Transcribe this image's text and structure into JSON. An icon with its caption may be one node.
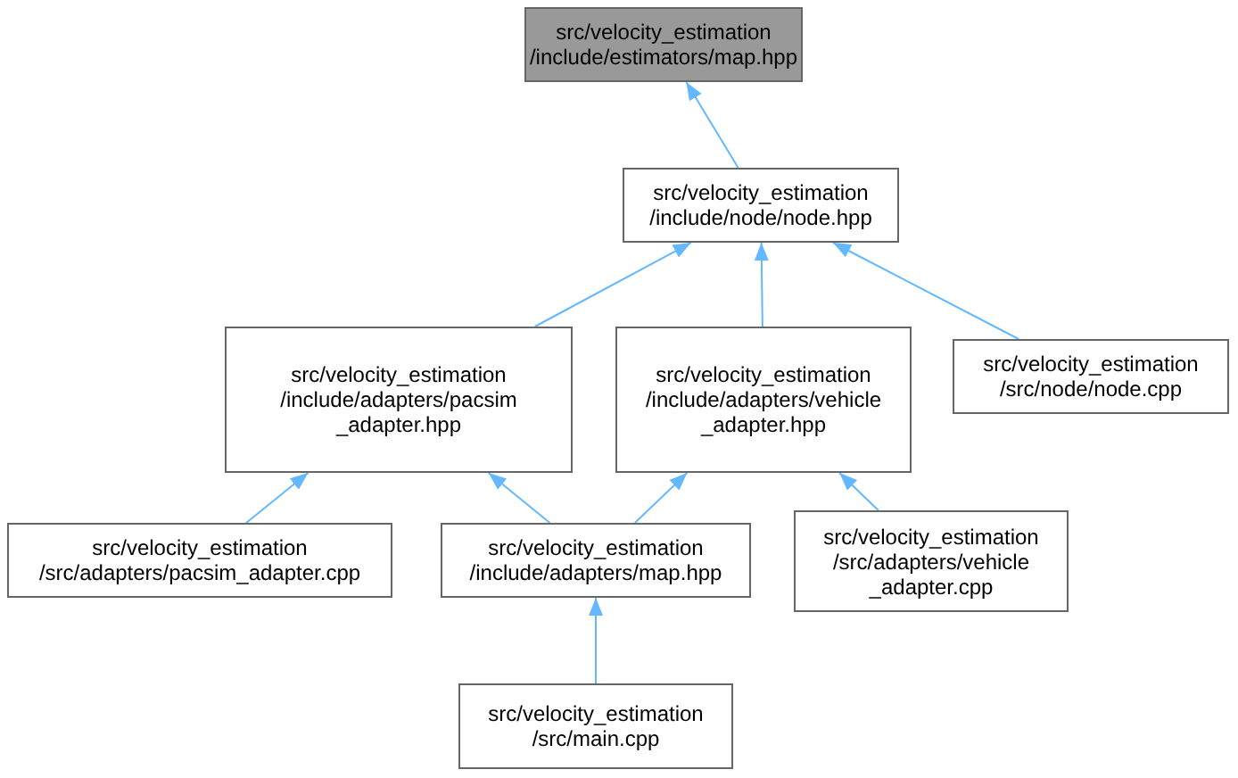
{
  "diagram": {
    "nodes": [
      {
        "text": [
          "src/velocity_estimation /include/estimators/map.hpp"
        ]
      },
      {
        "text": [
          "src/velocity_estimation /include/node/node.hpp"
        ]
      },
      {
        "text": [
          "src/velocity_estimation /include/adapters/pacsim _adapter.hpp"
        ]
      },
      {
        "text": [
          "src/velocity_estimation /include/adapters/vehicle _adapter.hpp"
        ]
      },
      {
        "text": [
          "src/velocity_estimation /src/node/node.cpp"
        ]
      },
      {
        "text": [
          "src/velocity_estimation /src/adapters/pacsim_adapter.cpp"
        ]
      },
      {
        "text": [
          "src/velocity_estimation /include/adapters/map.hpp"
        ]
      },
      {
        "text": [
          "src/velocity_estimation /src/adapters/vehicle _adapter.cpp"
        ]
      },
      {
        "text": [
          "src/velocity_estimation /src/main.cpp"
        ]
      }
    ],
    "edges": [
      {
        "from": 1,
        "to": 0,
        "arrow": "to"
      },
      {
        "from": 2,
        "to": 1,
        "arrow": "to"
      },
      {
        "from": 3,
        "to": 1,
        "arrow": "to"
      },
      {
        "from": 4,
        "to": 1,
        "arrow": "to"
      },
      {
        "from": 5,
        "to": 2,
        "arrow": "to"
      },
      {
        "from": 6,
        "to": 2,
        "arrow": "to"
      },
      {
        "from": 6,
        "to": 3,
        "arrow": "to"
      },
      {
        "from": 7,
        "to": 3,
        "arrow": "to"
      },
      {
        "from": 8,
        "to": 6,
        "arrow": "to"
      }
    ]
  }
}
